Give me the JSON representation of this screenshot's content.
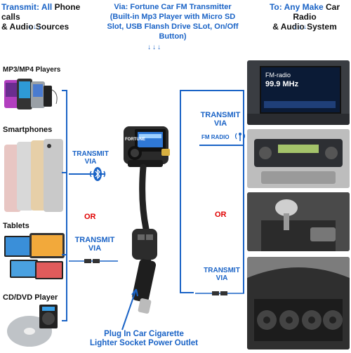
{
  "header": {
    "left_prefix": "Transmit: All",
    "left_rest_1": " Phone calls",
    "left_line2": "& Audio Sources",
    "mid_prefix": "Via: Fortune Car FM Transmitter",
    "mid_line2": "(Built-in Mp3 Player with Micro SD",
    "mid_line3": "Slot, USB Flansh Drive SLot, On/Off Button)",
    "right_prefix": "To: Any Make",
    "right_rest_1": " Car Radio",
    "right_line2": "& Audio System",
    "arrows": "↓↓↓"
  },
  "sources": {
    "mp3": "MP3/MP4 Players",
    "phones": "Smartphones",
    "tablets": "Tablets",
    "cd": "CD/DVD Player"
  },
  "transmit": {
    "bt_line1": "TRANSMIT",
    "bt_line2": "VIA",
    "aux_line1": "TRANSMIT",
    "aux_line2": "VIA",
    "fm_line1": "TRANSMIT",
    "fm_line2": "VIA",
    "fm_radio": "FM RADIO",
    "out_aux_line1": "TRANSMIT",
    "out_aux_line2": "VIA"
  },
  "or_left": "OR",
  "or_right": "OR",
  "radio": {
    "station": "FM-radio",
    "freq": "99.9 MHz"
  },
  "device": {
    "brand": "FORTUNE"
  },
  "footer": {
    "line1": "Plug In Car Cigarette",
    "line2": "Lighter Socket Power Outlet"
  },
  "colors": {
    "accent_blue": "#1a63c6",
    "or_red": "#e00000"
  }
}
